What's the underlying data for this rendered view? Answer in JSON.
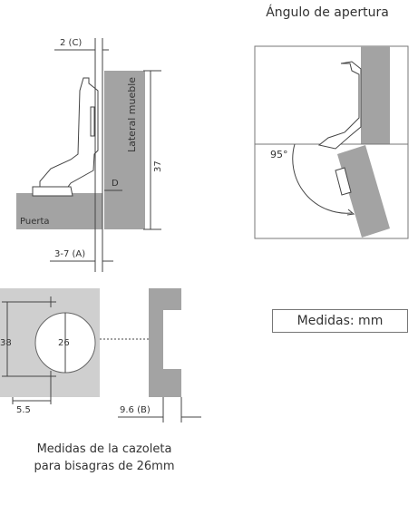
{
  "title": "Ángulo de apertura",
  "units_label": "Medidas: mm",
  "caption_line1": "Medidas de la cazoleta",
  "caption_line2": "para bisagras de 26mm",
  "labels": {
    "c": "2 (C)",
    "lateral": "Lateral mueble",
    "dim37": "37",
    "d": "D",
    "puerta": "Puerta",
    "a": "3-7 (A)",
    "dim38": "38",
    "dim26": "26",
    "dim55": "5.5",
    "b": "9.6 (B)",
    "angle": "95°"
  },
  "colors": {
    "panel": "#a3a3a3",
    "panel_light": "#cfcfcf",
    "line": "#444444"
  }
}
